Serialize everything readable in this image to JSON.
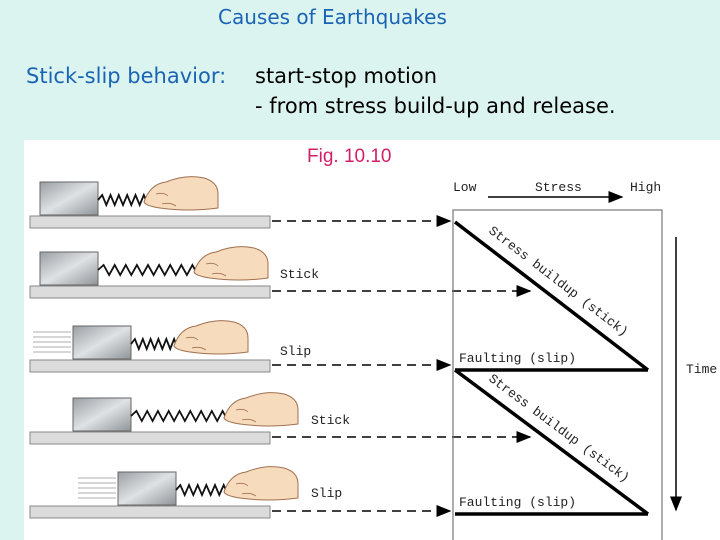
{
  "slide": {
    "title": "Causes of Earthquakes",
    "label": "Stick-slip behavior:",
    "line1": "start-stop motion",
    "line2": "- from stress build-up and release."
  },
  "figure": {
    "caption": "Fig. 10.10",
    "row_labels": [
      "",
      "Stick",
      "Slip",
      "Stick",
      "Slip"
    ],
    "stress_axis": {
      "low": "Low",
      "title": "Stress",
      "high": "High"
    },
    "time_label": "Time",
    "buildup_label": "Stress buildup (stick)",
    "faulting_label": "Faulting (slip)"
  },
  "colors": {
    "background": "#dcf4f0",
    "heading": "#1a64b4",
    "caption": "#d0206a"
  }
}
